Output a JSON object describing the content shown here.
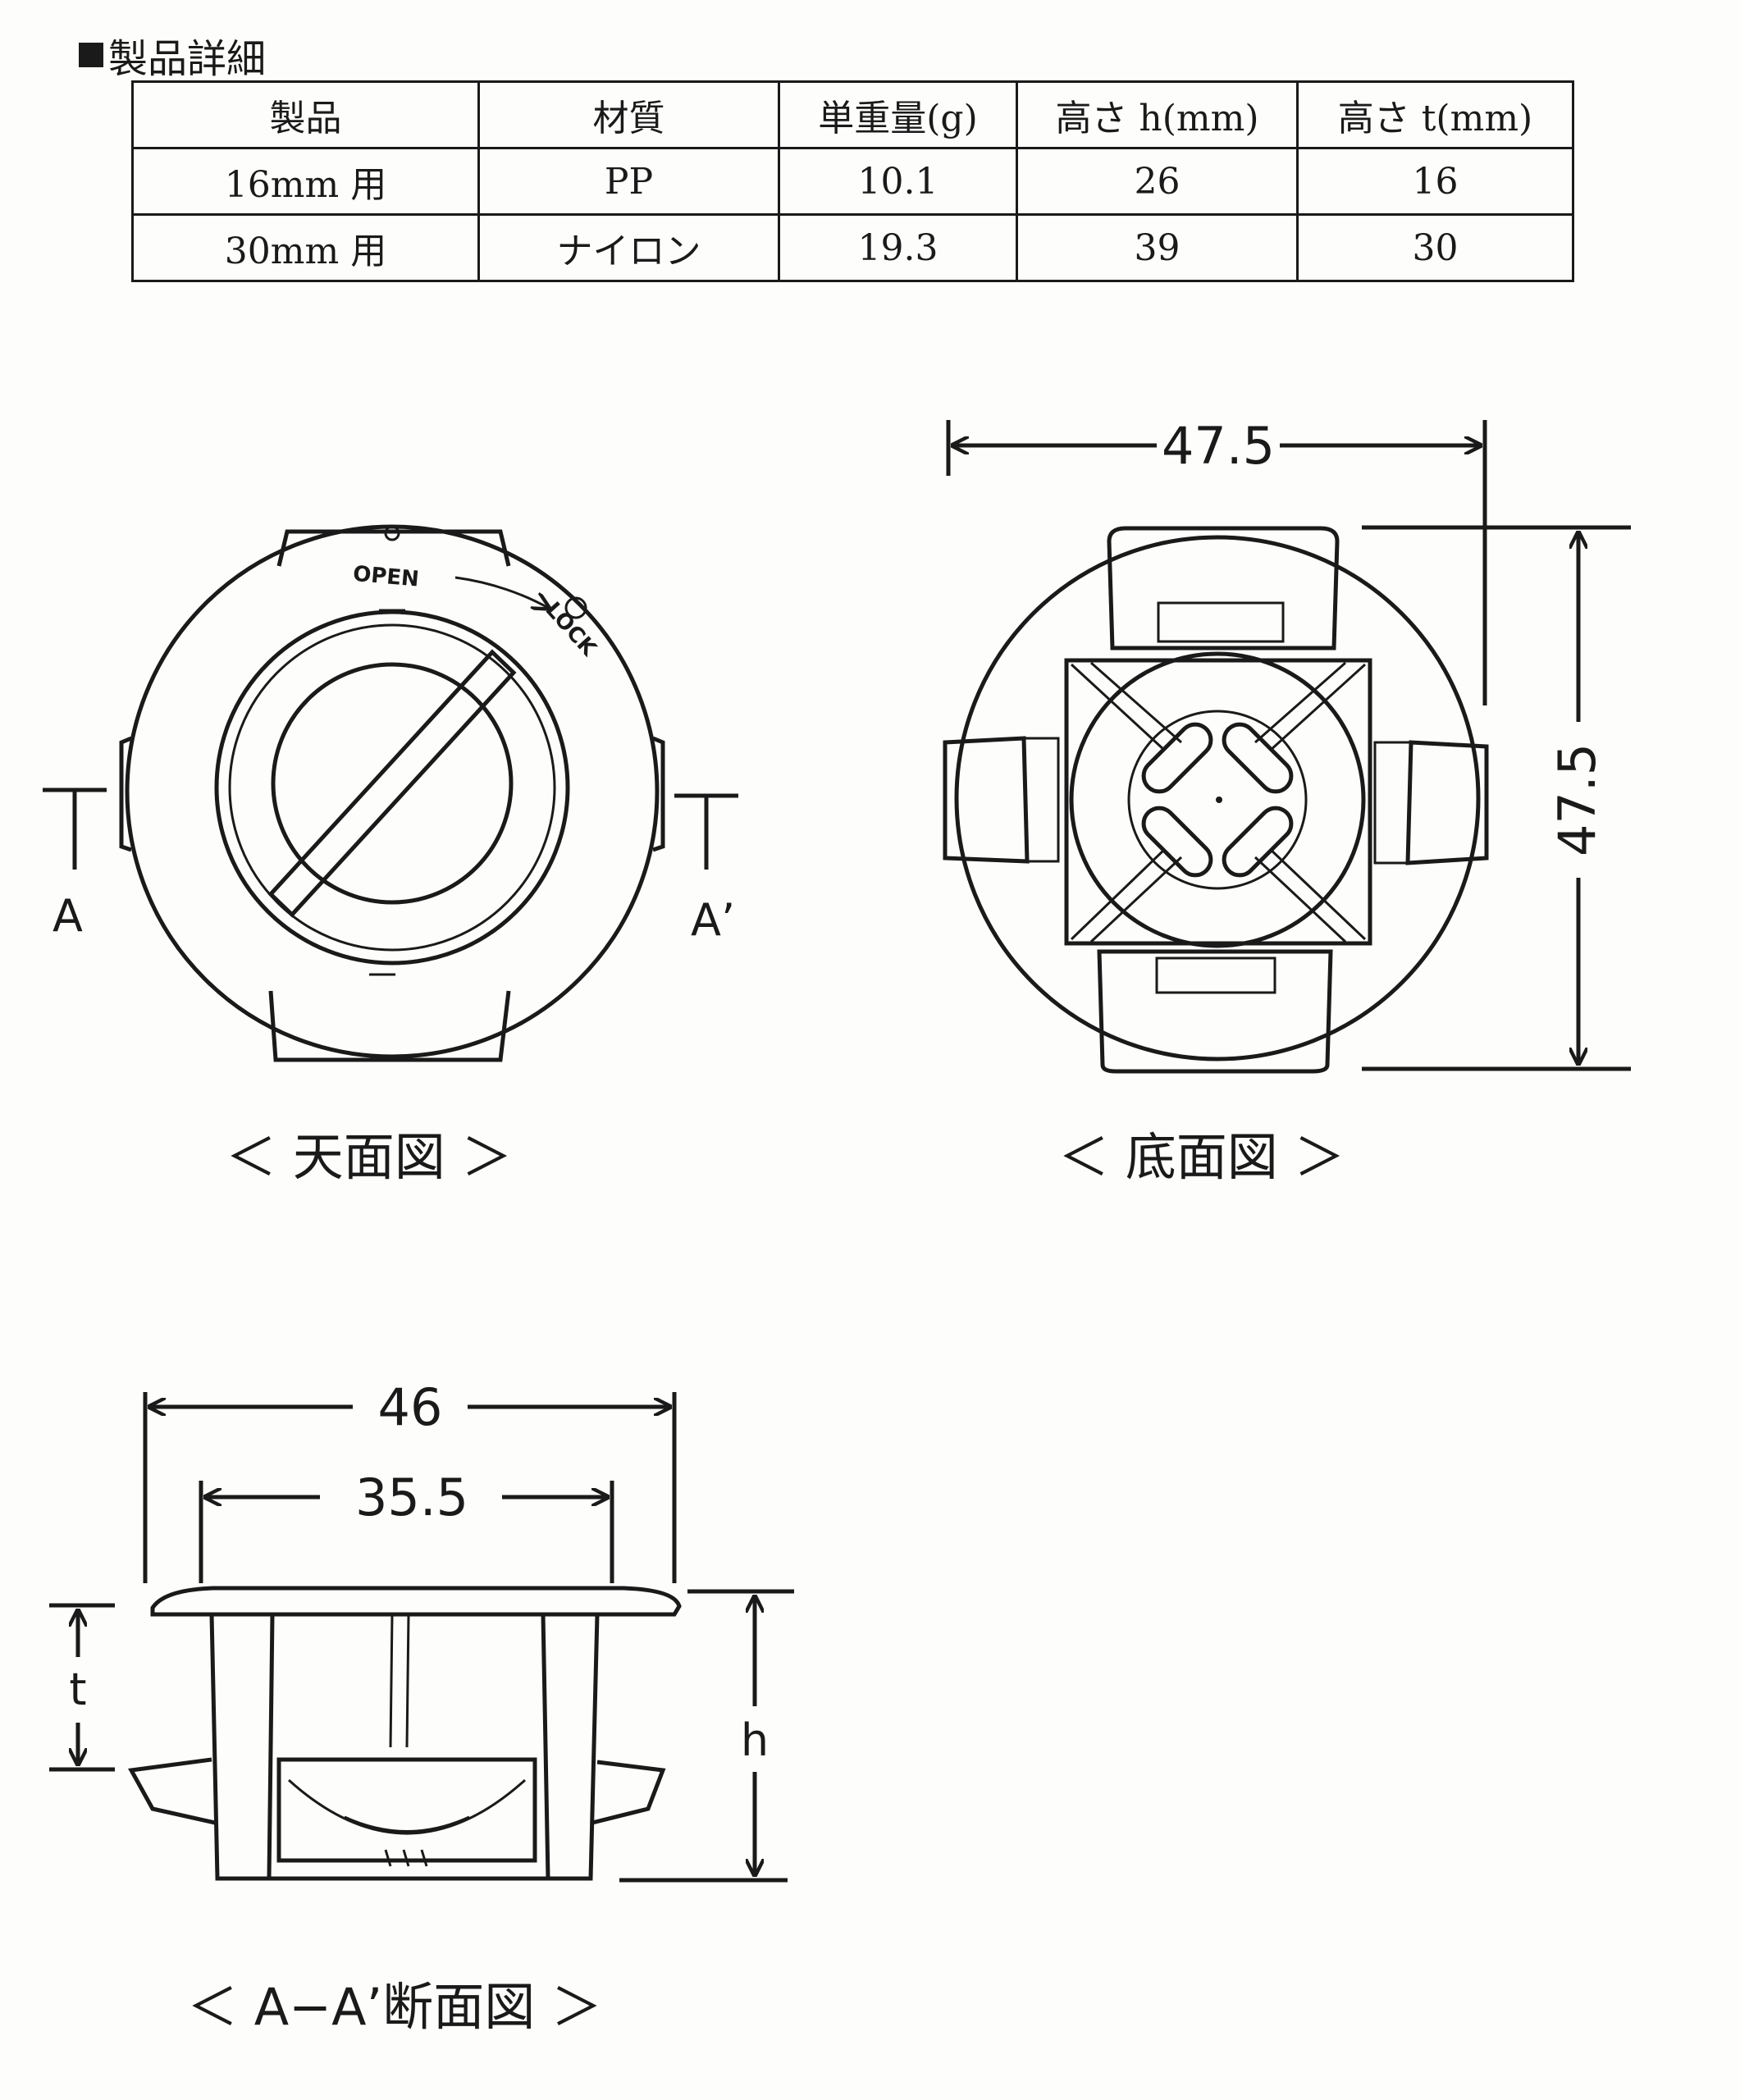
{
  "heading": "製品詳細",
  "table": {
    "headers": [
      "製品",
      "材質",
      "単重量(g)",
      "高さ h(mm)",
      "高さ t(mm)"
    ],
    "rows": [
      [
        "16mm 用",
        "PP",
        "10.1",
        "26",
        "16"
      ],
      [
        "30mm 用",
        "ナイロン",
        "19.3",
        "39",
        "30"
      ]
    ]
  },
  "top_view": {
    "caption": "＜ 天面図 ＞",
    "label_open": "OPEN",
    "label_lock": "LOCK",
    "section_mark_left": "A",
    "section_mark_right": "A’"
  },
  "bottom_view": {
    "caption": "＜ 底面図 ＞",
    "width_dim": "47.5",
    "height_dim": "47.5"
  },
  "section_view": {
    "caption": "＜ A−A’断面図 ＞",
    "outer_dim": "46",
    "inner_dim": "35.5",
    "t_label": "t",
    "h_label": "h"
  }
}
